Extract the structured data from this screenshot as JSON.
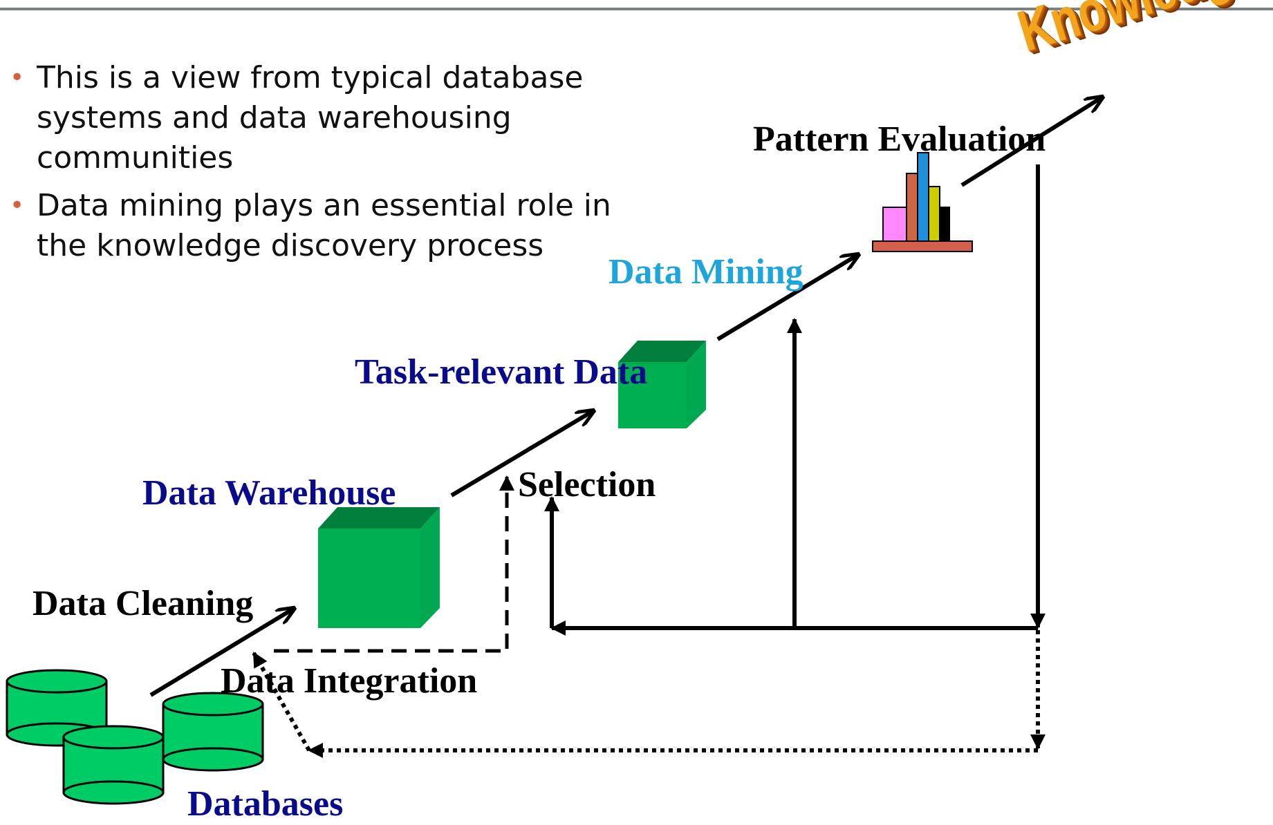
{
  "bullets": [
    "This is a view from typical database systems and data warehousing communities",
    "Data mining plays an essential role in the knowledge discovery process"
  ],
  "labels": {
    "knowledge": "Knowledge",
    "pattern_evaluation": "Pattern Evaluation",
    "data_mining": "Data Mining",
    "task_relevant_data": "Task-relevant Data",
    "selection": "Selection",
    "data_warehouse": "Data Warehouse",
    "data_cleaning": "Data Cleaning",
    "data_integration": "Data Integration",
    "databases": "Databases"
  },
  "colors": {
    "dark_blue_label": "#0a0a8c",
    "light_blue_label": "#1ea5dc",
    "black_label": "#000000",
    "cube_green": "#00b050",
    "cylinder_green": "#00cc66",
    "bullet_dot": "#d0633a",
    "knowledge_orange": "#f2a51c"
  }
}
